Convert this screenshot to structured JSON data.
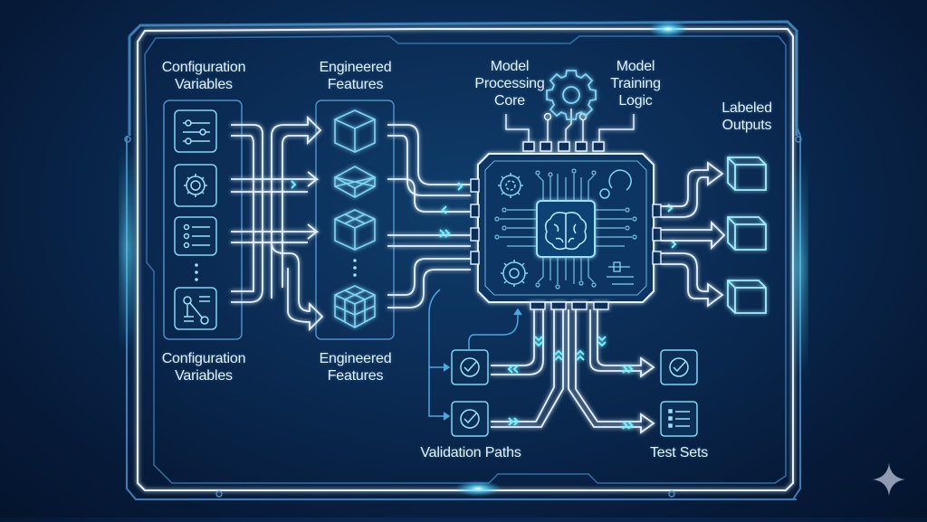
{
  "diagram": {
    "labels": {
      "config_top": [
        "Configuration",
        "Variables"
      ],
      "features_top": [
        "Engineered",
        "Features"
      ],
      "processing_core": [
        "Model",
        "Processing",
        "Core"
      ],
      "training_logic": [
        "Model",
        "Training",
        "Logic"
      ],
      "labeled_outputs": [
        "Labeled",
        "Outputs"
      ],
      "config_bottom": [
        "Configuration",
        "Variables"
      ],
      "features_bottom": [
        "Engineered",
        "Features"
      ],
      "validation_paths": "Validation Paths",
      "test_sets": "Test Sets"
    },
    "config_icons": [
      "sliders-icon",
      "gear-icon",
      "list-icon",
      "ellipsis",
      "workflow-icon"
    ],
    "feature_icons": [
      "cube-icon",
      "layered-cube-icon",
      "split-cube-icon",
      "ellipsis",
      "grid-cube-icon"
    ],
    "output_icons": [
      "cube-icon",
      "cube-icon",
      "cube-icon"
    ],
    "validation_icons": [
      "check-circle-icon",
      "check-circle-icon"
    ],
    "test_icons": [
      "check-circle-icon",
      "list-icon"
    ],
    "core_icons": [
      "brain-chip-icon",
      "gear-icon",
      "gauge-icon",
      "gear-icon",
      "slider-icon"
    ],
    "colors": {
      "background": "#0a2a52",
      "line": "#e6f4ff",
      "accent": "#3fc7f0",
      "frame": "#4a90c8",
      "icon_stroke": "#7fd6f5",
      "text": "#e8f2fb"
    }
  }
}
